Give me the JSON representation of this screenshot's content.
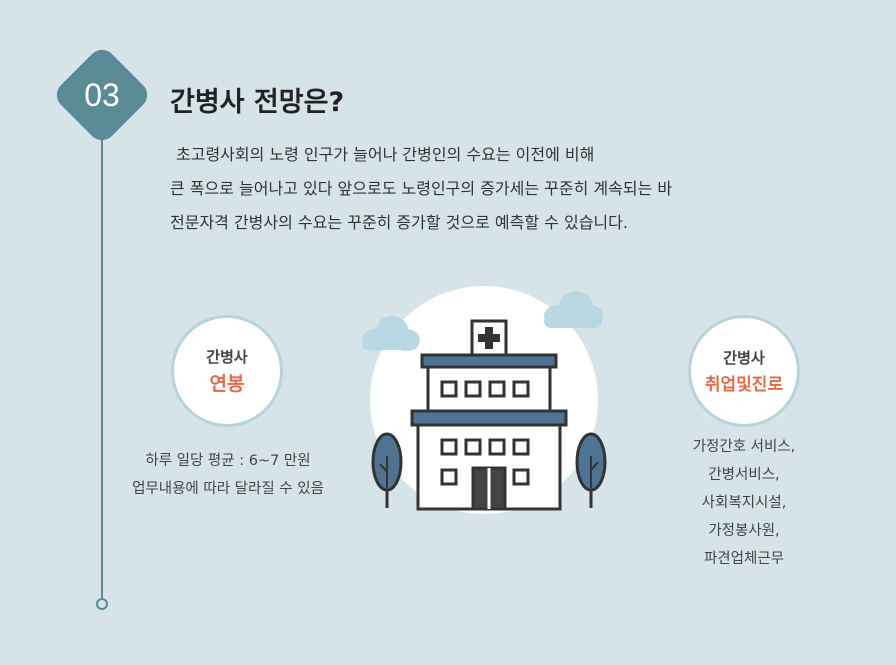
{
  "step": {
    "number": "03"
  },
  "title": "간병사 전망은?",
  "description": {
    "lines": [
      "초고령사회의 노령 인구가 늘어나 간병인의 수요는 이전에 비해",
      "큰 폭으로 늘어나고 있다 앞으로도 노령인구의 증가세는 꾸준히 계속되는 바",
      "전문자격 간병사의 수요는 꾸준히 증가할 것으로 예측할 수 있습니다."
    ]
  },
  "salary_card": {
    "small_label": "간병사",
    "big_label": "연봉",
    "details": [
      "하루 일당 평균 : 6~7 만원",
      "업무내용에 따라 달라질 수 있음"
    ]
  },
  "career_card": {
    "small_label": "간병사",
    "big_label": "취업및진로",
    "details": [
      "가정간호 서비스,",
      "간병서비스,",
      "사회복지시설,",
      "가정봉사원,",
      "파견업체근무"
    ]
  },
  "colors": {
    "background": "#d6e4ea",
    "accent": "#5a8a96",
    "highlight": "#e06a4a",
    "building_roof": "#4e7393"
  },
  "icons": {
    "illustration": "hospital-building-icon",
    "cross": "medical-cross-icon",
    "tree": "tree-icon",
    "cloud": "cloud-icon"
  }
}
